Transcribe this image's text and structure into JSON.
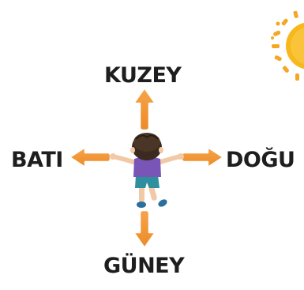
{
  "directions": {
    "north": "KUZEY",
    "west": "BATI",
    "east": "DOĞU",
    "south": "GÜNEY"
  },
  "colors": {
    "arrow_fill": "#f39a3a",
    "arrow_outline": "#e07b1c",
    "sun": "#f7b81d",
    "sun_rays": "#f5a623",
    "shirt": "#7a55b8",
    "shorts": "#2e8f9e",
    "hair": "#3a2a1f",
    "skin": "#f2c9a6",
    "text": "#1e1e1e"
  },
  "icons": [
    "sun-icon",
    "child-figure-icon",
    "arrow-up-icon",
    "arrow-down-icon",
    "arrow-left-icon",
    "arrow-right-icon"
  ]
}
